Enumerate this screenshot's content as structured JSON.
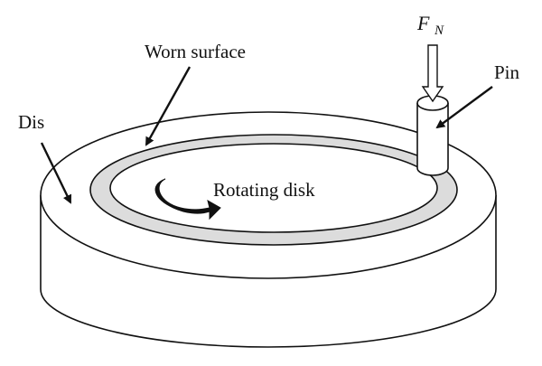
{
  "labels": {
    "disk": "Dis",
    "worn_surface": "Worn surface",
    "pin": "Pin",
    "rotating_disk": "Rotating disk",
    "force_main": "F",
    "force_sub": "N"
  },
  "colors": {
    "outline": "#111111",
    "worn_track": "#dcdcdc",
    "background": "#ffffff",
    "rotation_arrow": "#111111"
  }
}
